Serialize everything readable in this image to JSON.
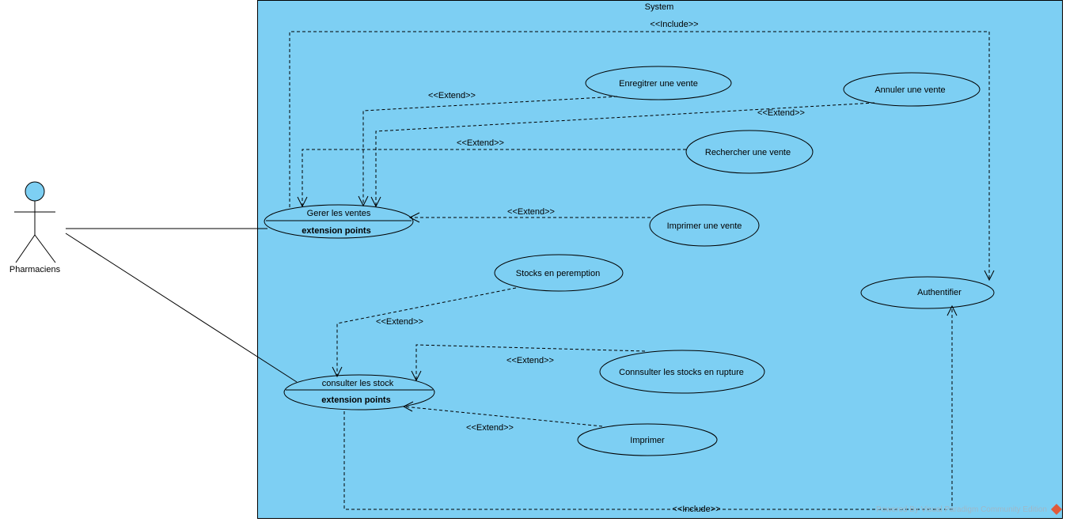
{
  "colors": {
    "system_fill": "#7dcff3",
    "actor_head": "#7dcff3",
    "watermark_diamond": "#e05a3a"
  },
  "system": {
    "title": "System"
  },
  "actor": {
    "name": "Pharmaciens"
  },
  "use_cases": {
    "gerer_ventes": {
      "name": "Gerer les ventes",
      "ext": "extension points"
    },
    "consulter_stock": {
      "name": "consulter les stock",
      "ext": "extension points"
    },
    "enregistrer": {
      "name": "Enregitrer une vente"
    },
    "annuler": {
      "name": "Annuler une vente"
    },
    "rechercher": {
      "name": "Rechercher une vente"
    },
    "imprimer_vente": {
      "name": "Imprimer une vente"
    },
    "stocks_peremption": {
      "name": "Stocks en peremption"
    },
    "stocks_rupture": {
      "name": "Connsulter les stocks en rupture"
    },
    "imprimer": {
      "name": "Imprimer"
    },
    "authentifier": {
      "name": "Authentifier"
    }
  },
  "relations": {
    "include_top": "<<Include>>",
    "include_bottom": "<<Include>>",
    "extend_enregistrer": "<<Extend>>",
    "extend_annuler": "<<Extend>>",
    "extend_rechercher": "<<Extend>>",
    "extend_imprimer_vente": "<<Extend>>",
    "extend_peremption": "<<Extend>>",
    "extend_rupture": "<<Extend>>",
    "extend_imprimer": "<<Extend>>"
  },
  "watermark": {
    "text": "Powered By  Visual Paradigm Community Edition"
  }
}
